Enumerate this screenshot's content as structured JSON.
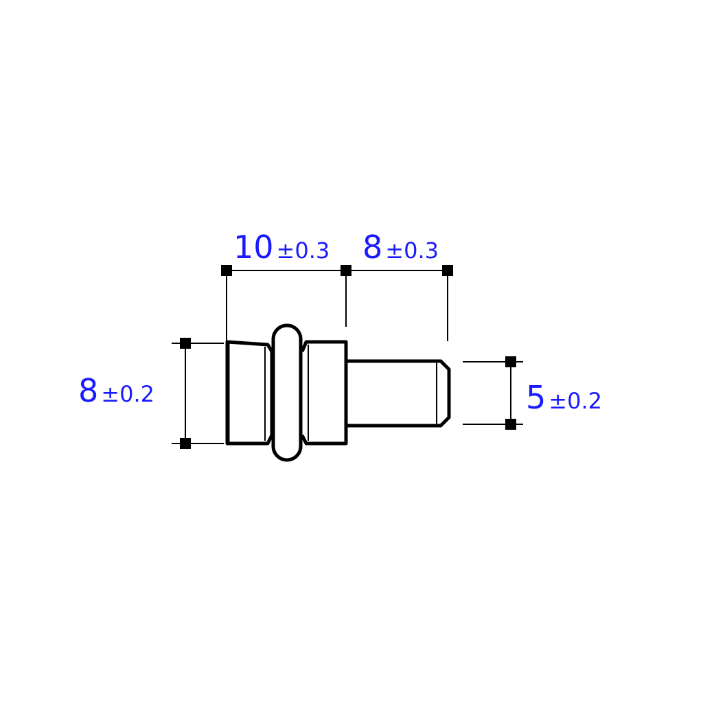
{
  "colors": {
    "dimension_text": "#1a1aff",
    "line": "#000000",
    "background": "#ffffff"
  },
  "dimensions": {
    "head_length": {
      "value": "10",
      "tolerance": "±0.3"
    },
    "shaft_length": {
      "value": "8",
      "tolerance": "±0.3"
    },
    "head_diameter": {
      "value": "8",
      "tolerance": "±0.2"
    },
    "shaft_diameter": {
      "value": "5",
      "tolerance": "±0.2"
    }
  }
}
